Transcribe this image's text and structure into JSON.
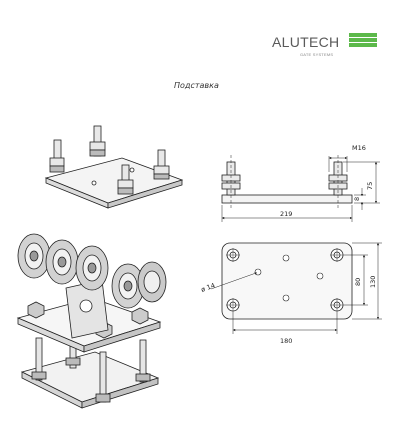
{
  "brand": {
    "name": "ALUTECH",
    "tagline": "GATE SYSTEMS",
    "accent": "#5cb94a"
  },
  "caption": "Подставка",
  "dimensions": {
    "thread": "M16",
    "plate_width": "219",
    "height": "75",
    "plate_thickness": "8",
    "hole_diameter": "ø 14",
    "bolt_spacing_horizontal": "180",
    "bolt_spacing_vertical": "80",
    "plate_depth": "130"
  }
}
